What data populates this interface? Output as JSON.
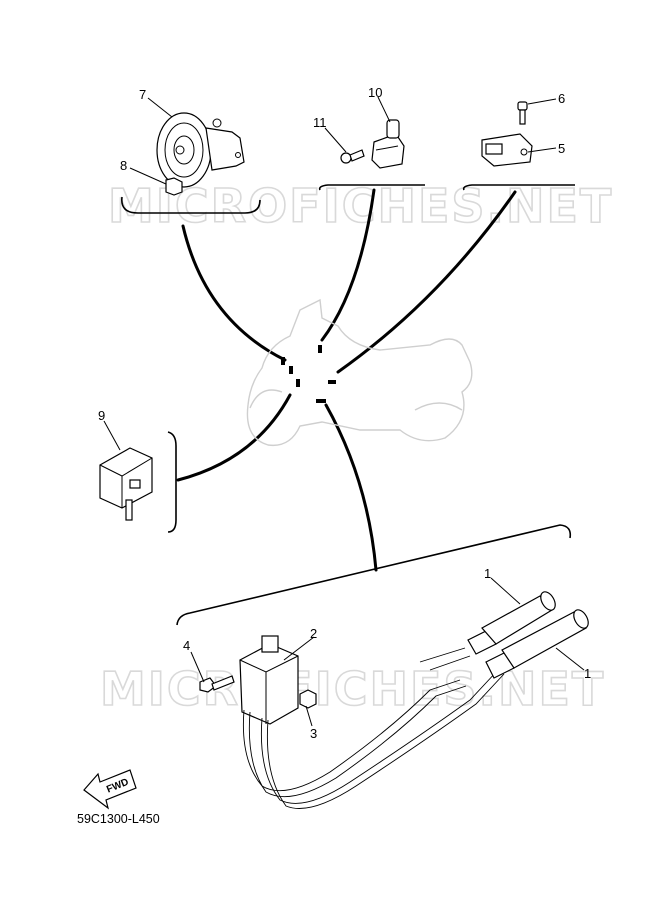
{
  "diagram": {
    "watermarks": [
      "MICROFICHES.NET",
      "MICROFICHES.NET"
    ],
    "callouts": [
      "1",
      "1",
      "2",
      "3",
      "4",
      "5",
      "6",
      "7",
      "8",
      "9",
      "10",
      "11"
    ],
    "fwd_label": "FWD",
    "drawing_code": "59C1300-L450"
  }
}
